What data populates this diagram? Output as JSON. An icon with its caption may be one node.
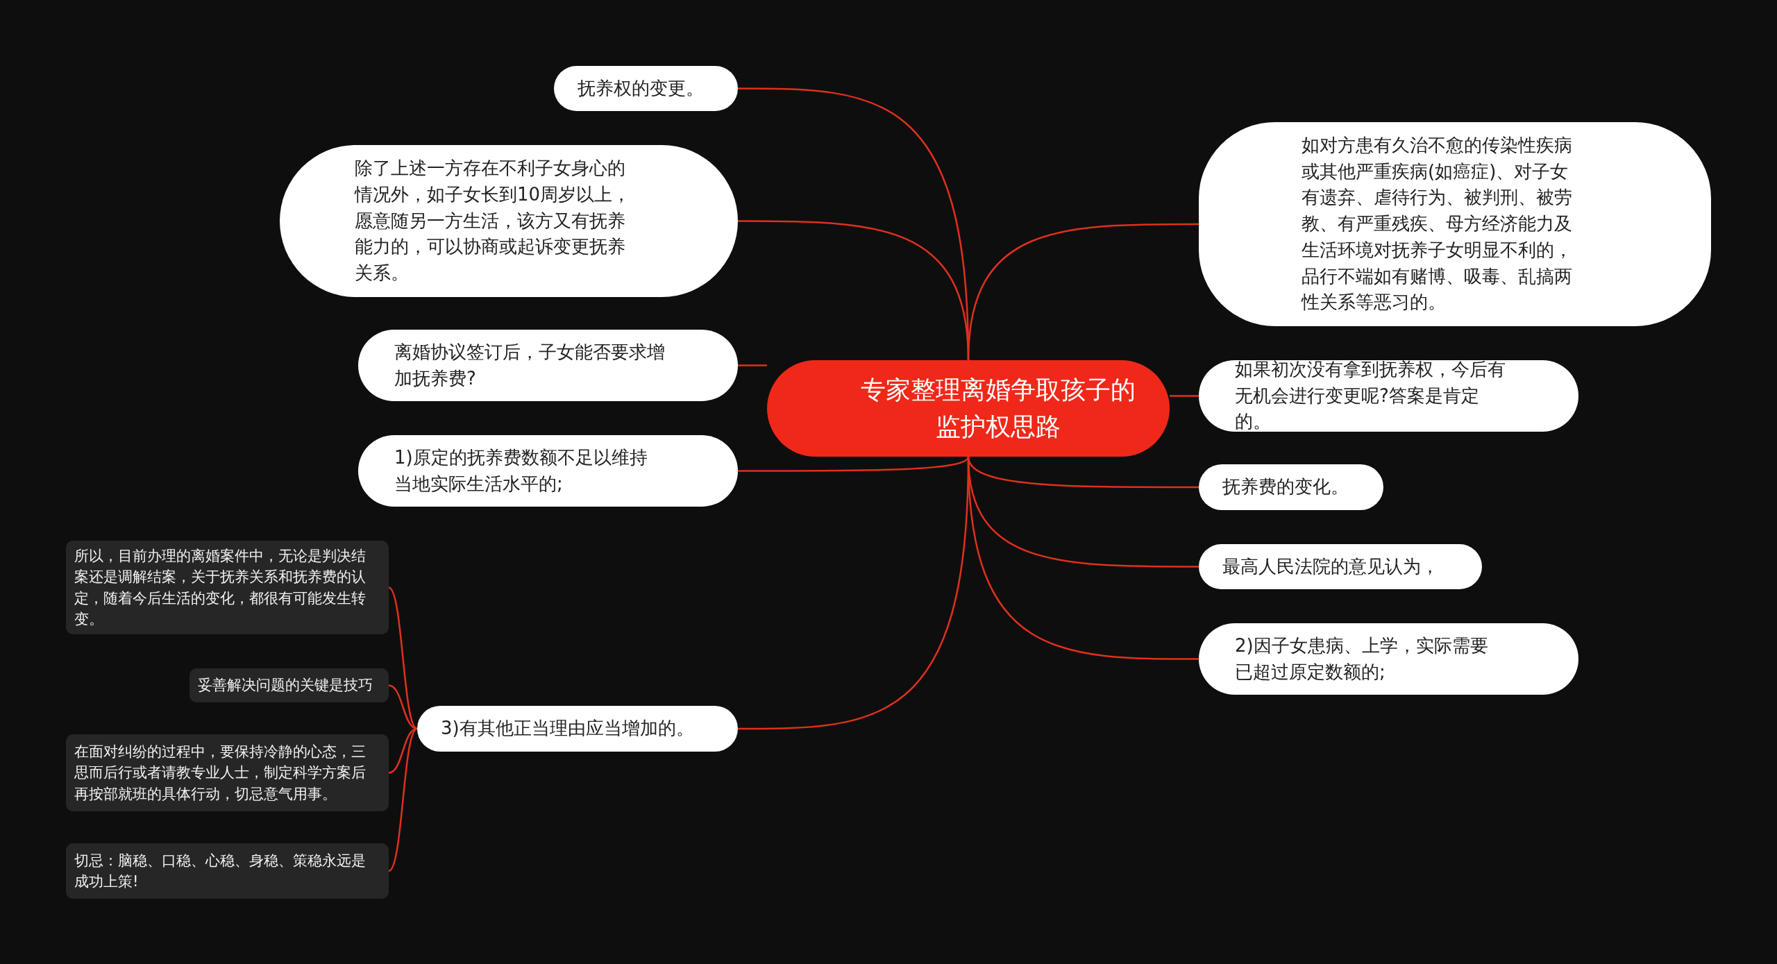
{
  "diagram": {
    "nodes": [
      {
        "text": [
          "专家整理离婚争取孩子的监护权思路"
        ]
      },
      {
        "text": [
          "抚养权的变更。"
        ]
      },
      {
        "text": [
          "除了上述一方存在不利子女身心的情况外，如子女长到10周岁以上，愿意随另一方生活，该方又有抚养能力的，可以协商或起诉变更抚养关系。"
        ]
      },
      {
        "text": [
          "离婚协议签订后，子女能否要求增加抚养费?"
        ]
      },
      {
        "text": [
          "1)原定的抚养费数额不足以维持当地实际生活水平的;"
        ]
      },
      {
        "text": [
          "3)有其他正当理由应当增加的。"
        ]
      },
      {
        "text": [
          "如对方患有久治不愈的传染性疾病或其他严重疾病(如癌症)、对子女有遗弃、虐待行为、被判刑、被劳教、有严重残疾、母方经济能力及生活环境对抚养子女明显不利的，品行不端如有赌博、吸毒、乱搞两性关系等恶习的。"
        ]
      },
      {
        "text": [
          "如果初次没有拿到抚养权，今后有无机会进行变更呢?答案是肯定的。"
        ]
      },
      {
        "text": [
          "抚养费的变化。"
        ]
      },
      {
        "text": [
          "最高人民法院的意见认为，"
        ]
      },
      {
        "text": [
          "2)因子女患病、上学，实际需要已超过原定数额的;"
        ]
      },
      {
        "text": [
          "所以，目前办理的离婚案件中，无论是判决结案还是调解结案，关于抚养关系和抚养费的认定，随着今后生活的变化，都很有可能发生转变。"
        ]
      },
      {
        "text": [
          "妥善解决问题的关键是技巧"
        ]
      },
      {
        "text": [
          "在面对纠纷的过程中，要保持冷静的心态，三思而后行或者请教专业人士，制定科学方案后再按部就班的具体行动，切忌意气用事。"
        ]
      },
      {
        "text": [
          "切忌：脑稳、口稳、心稳、身稳、策稳永远是成功上策!"
        ]
      }
    ],
    "edges": [
      {
        "from": 0,
        "to": 1,
        "arrow": "none"
      },
      {
        "from": 0,
        "to": 2,
        "arrow": "none"
      },
      {
        "from": 0,
        "to": 3,
        "arrow": "none"
      },
      {
        "from": 0,
        "to": 4,
        "arrow": "none"
      },
      {
        "from": 0,
        "to": 5,
        "arrow": "none"
      },
      {
        "from": 0,
        "to": 6,
        "arrow": "none"
      },
      {
        "from": 0,
        "to": 7,
        "arrow": "none"
      },
      {
        "from": 0,
        "to": 8,
        "arrow": "none"
      },
      {
        "from": 0,
        "to": 9,
        "arrow": "none"
      },
      {
        "from": 0,
        "to": 10,
        "arrow": "none"
      },
      {
        "from": 5,
        "to": 11,
        "arrow": "none"
      },
      {
        "from": 5,
        "to": 12,
        "arrow": "none"
      },
      {
        "from": 5,
        "to": 13,
        "arrow": "none"
      },
      {
        "from": 5,
        "to": 14,
        "arrow": "none"
      }
    ]
  }
}
